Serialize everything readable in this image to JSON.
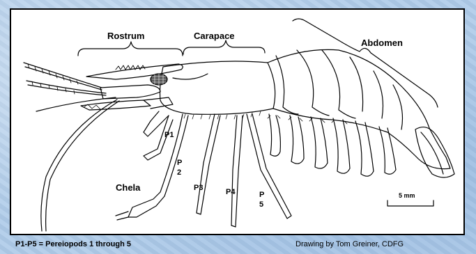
{
  "labels": {
    "rostrum": "Rostrum",
    "carapace": "Carapace",
    "abdomen": "Abdomen",
    "p1": "P1",
    "p2_letter": "P",
    "p2_num": "2",
    "p3": "P3",
    "p4": "P4",
    "p5_letter": "P",
    "p5_num": "5",
    "chela": "Chela",
    "scale": "5 mm"
  },
  "captions": {
    "legend": "P1-P5 = Pereiopods 1 through 5",
    "credit": "Drawing by Tom Greiner, CDFG"
  },
  "colors": {
    "background": "#aecbe9",
    "panel": "#ffffff",
    "ink": "#000000"
  }
}
